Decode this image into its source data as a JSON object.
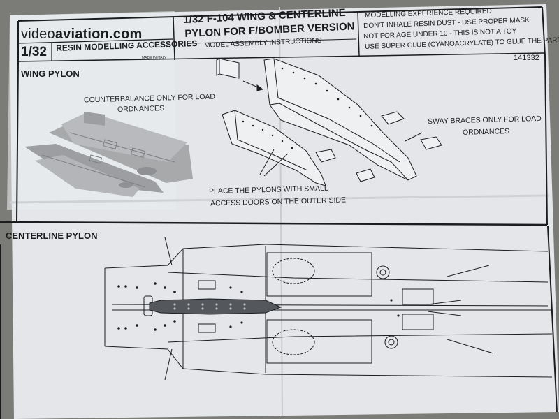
{
  "header": {
    "brand_prefix": "video",
    "brand_suffix": "aviation.com",
    "scale": "1/32",
    "resin_line": "RESIN MODELLING ACCESSORIES",
    "made_in": "MADE IN ITALY",
    "title_line_1": "1/32 F-104 WING & CENTERLINE",
    "title_line_2": "PYLON FOR F/BOMBER VERSION",
    "subtitle": "MODEL ASSEMBLY INSTRUCTIONS",
    "warnings": [
      "MODELLING EXPERIENCE REQUIRED",
      "DON'T INHALE RESIN DUST - USE PROPER MASK",
      "NOT FOR AGE UNDER 10 - THIS IS NOT A TOY",
      "USE SUPER GLUE (CYANOACRYLATE) TO GLUE THE PARTS"
    ],
    "product_code": "141332"
  },
  "wing_section": {
    "heading": "WING PYLON",
    "counterbalance_line_1": "COUNTERBALANCE ONLY FOR LOAD",
    "counterbalance_line_2": "ORDNANCES",
    "sway_line_1": "SWAY BRACES ONLY FOR LOAD",
    "sway_line_2": "ORDNANCES",
    "placement_line_1": "PLACE THE PYLONS WITH SMALL",
    "placement_line_2": "ACCESS DOORS ON THE OUTER SIDE"
  },
  "centerline_section": {
    "heading": "CENTERLINE PYLON"
  },
  "colors": {
    "paper": "#e6e8eb",
    "ink": "#1b1c1e",
    "resin_grey": "#a9abad",
    "background": "#7c7d78",
    "pylon_fill": "#54575c"
  }
}
